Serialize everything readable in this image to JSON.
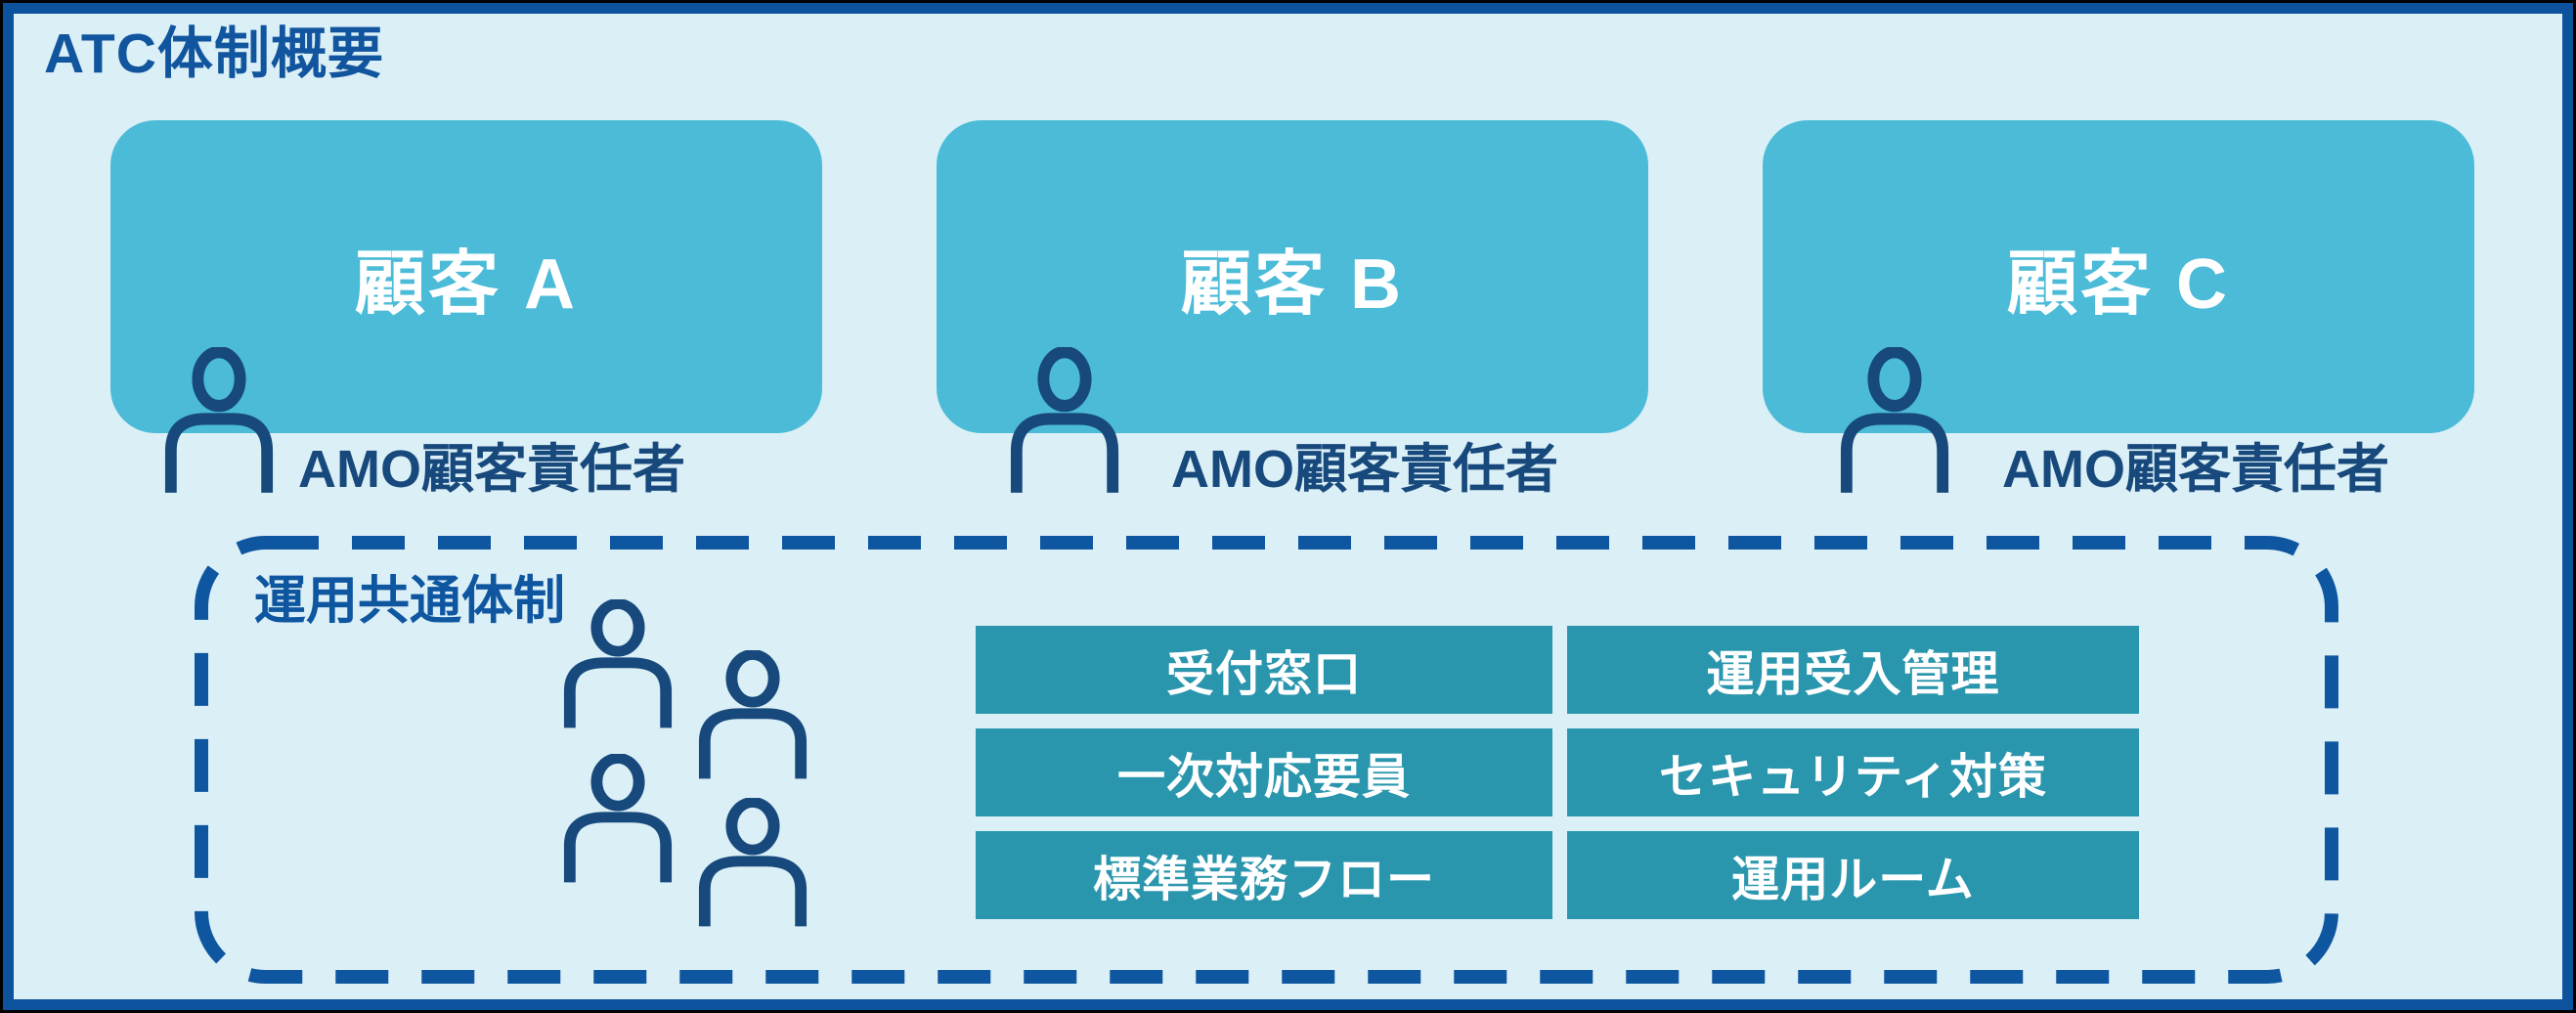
{
  "title": "ATC体制概要",
  "customers": [
    {
      "name": "顧客 A",
      "manager": "AMO顧客責任者"
    },
    {
      "name": "顧客 B",
      "manager": "AMO顧客責任者"
    },
    {
      "name": "顧客 C",
      "manager": "AMO顧客責任者"
    }
  ],
  "common_team": {
    "label": "運用共通体制",
    "functions": [
      "受付窓口",
      "運用受入管理",
      "一次対応要員",
      "セキュリティ対策",
      "標準業務フロー",
      "運用ルーム"
    ]
  },
  "colors": {
    "outer_border": "#000000",
    "frame_border": "#0C529C",
    "background": "#DBEFF6",
    "customer_box": "#4BBBD8",
    "function_box": "#2A96AD",
    "heading_blue": "#11559E",
    "dashed_border": "#0F56A1",
    "person_navy": "#17497C",
    "white_text": "#FFFFFF"
  }
}
